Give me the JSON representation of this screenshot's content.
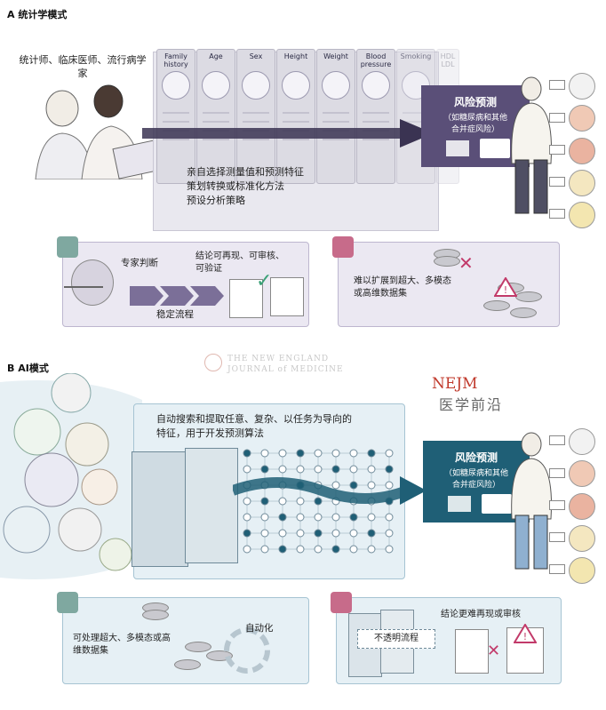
{
  "sectionA": {
    "title": "A  统计学模式",
    "people_label": "统计师、临床医师、流行病学家",
    "feature_cards": [
      "Family history",
      "Age",
      "Sex",
      "Height",
      "Weight",
      "Blood pressure",
      "Smoking",
      "HDL LDL"
    ],
    "method_text": [
      "亲自选择测量值和预测特征",
      "策划转换或标准化方法",
      "预设分析策略"
    ],
    "risk_title": "风险预测",
    "risk_sub": [
      "（如糖尿病和其他",
      "合并症风险）"
    ],
    "pro_expert": "专家判断",
    "pro_result": [
      "结论可再现、可审核、",
      "可验证"
    ],
    "pro_flow": "稳定流程",
    "con_text": [
      "难以扩展到超大、多模态",
      "或高维数据集"
    ]
  },
  "sectionB": {
    "title": "B  AI模式",
    "watermark_top": "THE NEW ENGLAND",
    "watermark_bottom": "JOURNAL of MEDICINE",
    "nejm_logo": "NEJM",
    "nejm_cn": "医学前沿",
    "auto_text": [
      "自动搜索和提取任意、复杂、以任务为导向的",
      "特征，用于开发预测算法"
    ],
    "risk_title": "风险预测",
    "risk_sub": [
      "（如糖尿病和其他",
      "合并症风险）"
    ],
    "pro_text": [
      "可处理超大、多模态或高",
      "维数据集"
    ],
    "pro_auto": "自动化",
    "con_opaque": "不透明流程",
    "con_text": "结论更难再现或审核"
  },
  "colors": {
    "purple_dark": "#5a4f78",
    "teal_dark": "#1f5f76",
    "thumb_up": "#7fa8a0",
    "thumb_down": "#c76b8a"
  }
}
